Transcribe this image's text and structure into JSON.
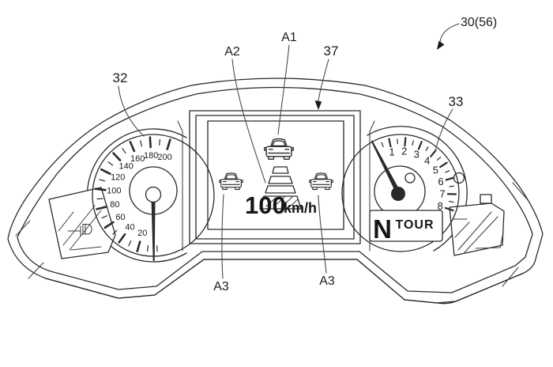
{
  "figure_labels": {
    "assembly": "30(56)",
    "speedometer": "32",
    "tachometer": "33",
    "display": "37",
    "lead_vehicle": "A1",
    "following_distance": "A2",
    "left_vehicle": "A3",
    "right_vehicle": "A3"
  },
  "speedometer": {
    "tick_labels": [
      "20",
      "40",
      "60",
      "80",
      "100",
      "120",
      "140",
      "160",
      "180",
      "200"
    ]
  },
  "tachometer": {
    "tick_labels": [
      "1",
      "2",
      "3",
      "4",
      "5",
      "6",
      "7",
      "8"
    ]
  },
  "display": {
    "speed_value": "100",
    "speed_unit": "km/h"
  },
  "gear_indicator": {
    "gear": "N",
    "mode": "TOUR"
  },
  "colors": {
    "line": "#2a2a2a",
    "background": "#ffffff"
  }
}
